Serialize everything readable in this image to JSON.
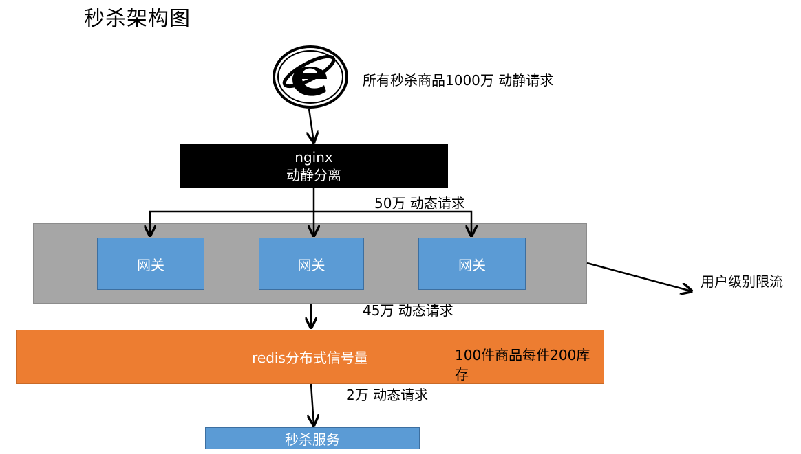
{
  "title": "秒杀架构图",
  "browser_icon": "internet-explorer-icon",
  "top_note": "所有秒杀商品1000万 动静请求",
  "nginx": {
    "line1": "nginx",
    "line2": "动静分离"
  },
  "note_50": "50万 动态请求",
  "gateways": [
    "网关",
    "网关",
    "网关"
  ],
  "user_limit_note": "用户级别限流",
  "note_45": "45万 动态请求",
  "redis_label": "redis分布式信号量",
  "stock_note": "100件商品每件200库存",
  "note_2": "2万 动态请求",
  "service_label": "秒杀服务",
  "colors": {
    "gateway": "#5b9bd5",
    "redis": "#ed7d31",
    "cluster": "#a6a6a6",
    "nginx": "#000000"
  }
}
